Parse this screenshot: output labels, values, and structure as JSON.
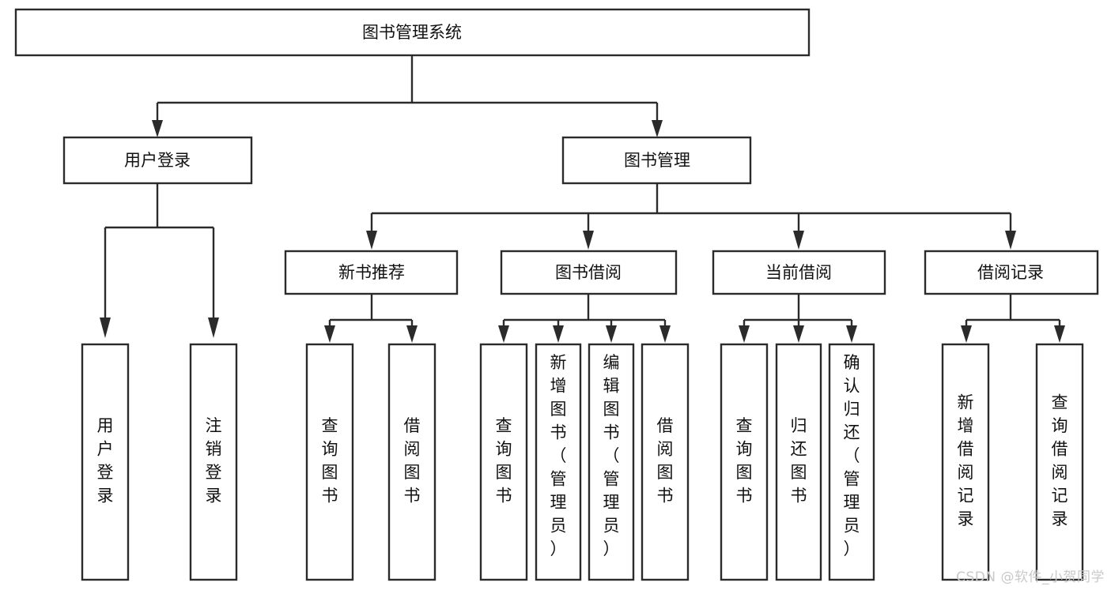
{
  "diagram": {
    "title": "图书管理系统",
    "type": "tree-hierarchy-diagram",
    "colors": {
      "box_stroke": "#2b2b2b",
      "box_fill": "#ffffff",
      "text": "#111111",
      "background": "#ffffff",
      "watermark": "#c9c9c9"
    },
    "root": {
      "label": "图书管理系统"
    },
    "level2": [
      {
        "label": "用户登录"
      },
      {
        "label": "图书管理"
      }
    ],
    "level3": [
      {
        "label": "新书推荐"
      },
      {
        "label": "图书借阅"
      },
      {
        "label": "当前借阅"
      },
      {
        "label": "借阅记录"
      }
    ],
    "leaves": {
      "user_login": [
        {
          "label": "用户登录"
        },
        {
          "label": "注销登录"
        }
      ],
      "new_book_recommend": [
        {
          "label": "查询图书"
        },
        {
          "label": "借阅图书"
        }
      ],
      "book_borrow": [
        {
          "label": "查询图书"
        },
        {
          "label": "新增图书（管理员）"
        },
        {
          "label": "编辑图书（管理员）"
        },
        {
          "label": "借阅图书"
        }
      ],
      "current_borrow": [
        {
          "label": "查询图书"
        },
        {
          "label": "归还图书"
        },
        {
          "label": "确认归还（管理员）"
        }
      ],
      "borrow_record": [
        {
          "label": "新增借阅记录"
        },
        {
          "label": "查询借阅记录"
        }
      ]
    }
  },
  "watermark": {
    "text": "CSDN @软件_小贺同学"
  }
}
